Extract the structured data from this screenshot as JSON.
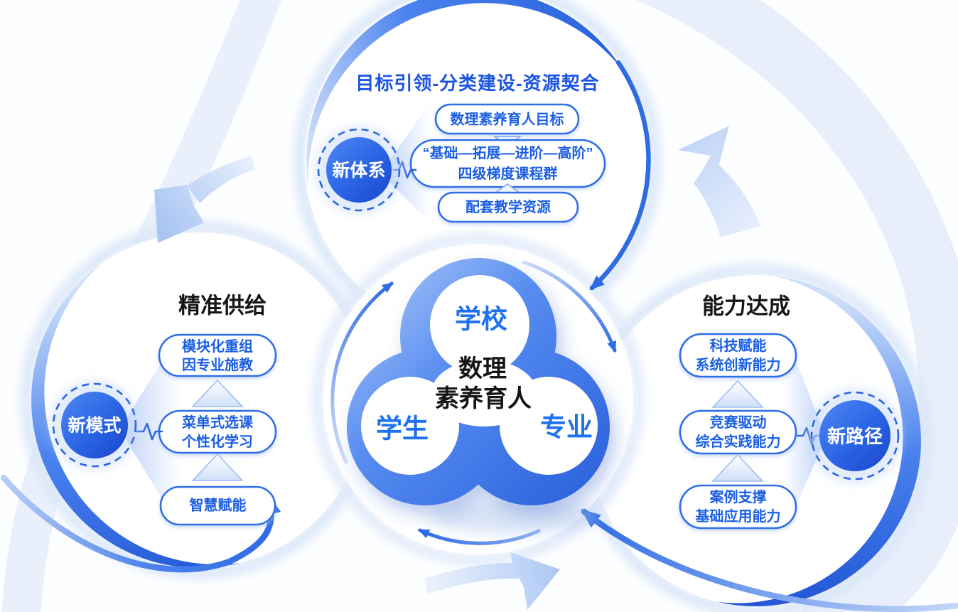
{
  "colors": {
    "accent": "#2E6CE4",
    "top_title_blue": "#1D55E3",
    "pill_border": "#2E6EE8",
    "pill_text": "#1A5FE4",
    "badge_fill": "#2A63E3",
    "lobe_label_blue": "#1E71EF",
    "ink": "#161616",
    "pale_arrow": "#A9C5F4"
  },
  "center": {
    "core_line1": "数理",
    "core_line2": "素养育人",
    "lobes": {
      "top": "学校",
      "bottom_left": "学生",
      "bottom_right": "专业"
    }
  },
  "sections": {
    "top": {
      "title": "目标引领-分类建设-资源契合",
      "badge": "新体系",
      "pills": [
        {
          "line1": "数理素养育人目标"
        },
        {
          "line1": "“基础—拓展—进阶—高阶”",
          "line2": "四级梯度课程群"
        },
        {
          "line1": "配套教学资源"
        }
      ]
    },
    "left": {
      "title": "精准供给",
      "badge": "新模式",
      "pills": [
        {
          "line1": "模块化重组",
          "line2": "因专业施教"
        },
        {
          "line1": "菜单式选课",
          "line2": "个性化学习"
        },
        {
          "line1": "智慧赋能"
        }
      ]
    },
    "right": {
      "title": "能力达成",
      "badge": "新路径",
      "pills": [
        {
          "line1": "科技赋能",
          "line2": "系统创新能力"
        },
        {
          "line1": "竞赛驱动",
          "line2": "综合实践能力"
        },
        {
          "line1": "案例支撑",
          "line2": "基础应用能力"
        }
      ]
    }
  }
}
